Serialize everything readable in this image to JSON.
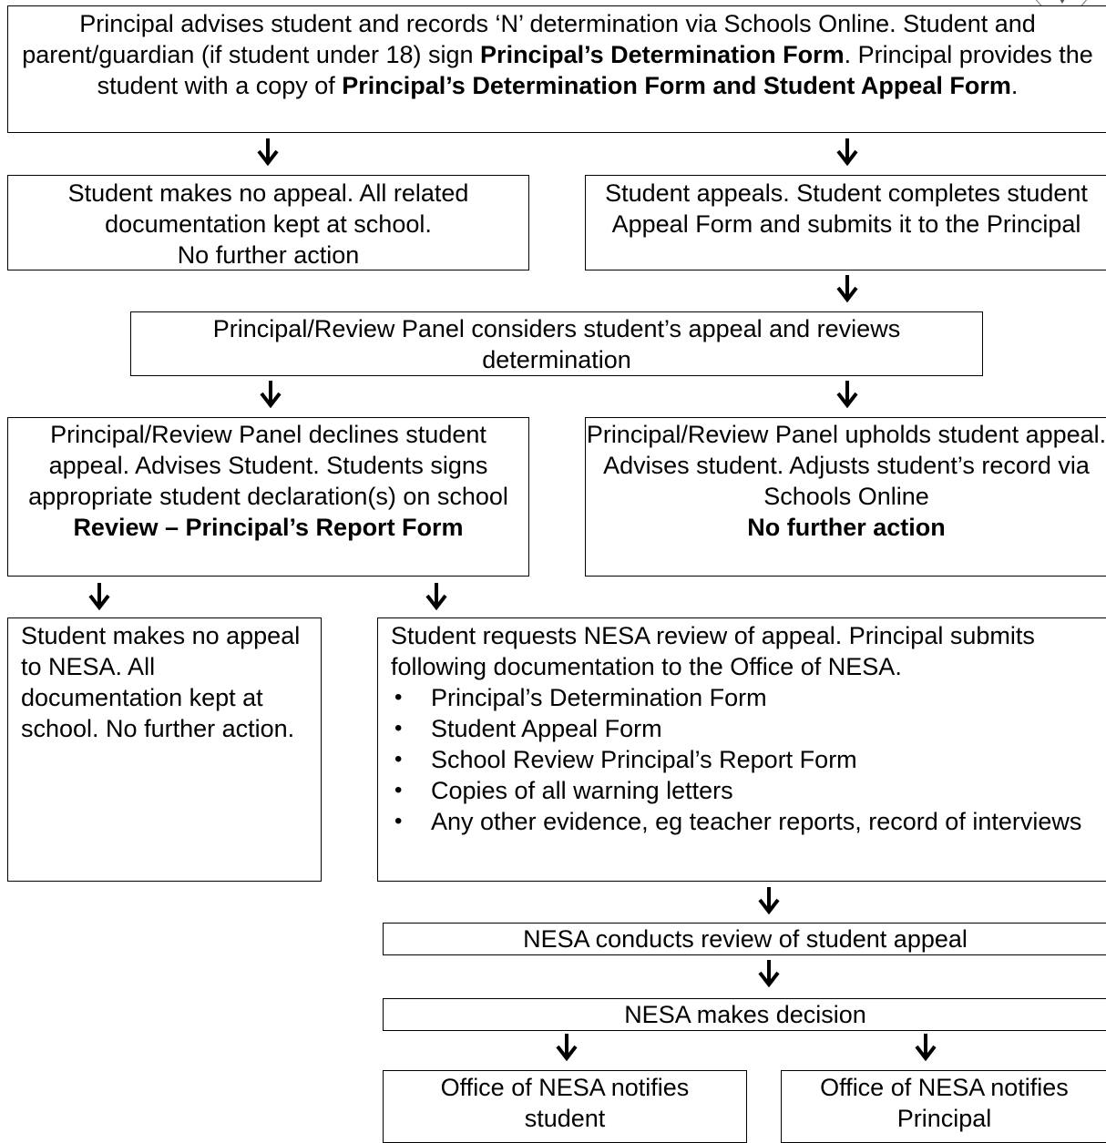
{
  "flow": {
    "step1": {
      "t1": "Principal advises student and records ‘N’ determination via Schools Online. Student and parent/guardian (if student under 18) sign ",
      "b1": "Principal’s Determination Form",
      "t2": ". Principal provides the student with a copy of ",
      "b2": "Principal’s Determination Form and Student Appeal Form",
      "t3": "."
    },
    "no_appeal": {
      "line1": "Student makes no appeal. All related documentation kept at school.",
      "line2": "No further action"
    },
    "appeal": {
      "text": "Student appeals. Student completes student Appeal Form and submits it to the Principal"
    },
    "review_panel": {
      "text": "Principal/Review Panel considers student’s appeal and reviews determination"
    },
    "declines": {
      "text": "Principal/Review Panel declines student appeal. Advises Student. Students signs appropriate student declaration(s) on school ",
      "bold": "Review – Principal’s Report Form"
    },
    "upholds": {
      "text": "Principal/Review Panel upholds student appeal. Advises student. Adjusts student’s record via Schools Online",
      "bold": "No further action"
    },
    "no_nesa_appeal": {
      "text": "Student makes no appeal to NESA. All documentation kept at school. No further action."
    },
    "nesa_request": {
      "text": "Student requests NESA review of appeal. Principal submits following documentation to the Office of NESA.",
      "items": [
        "Principal’s Determination Form",
        "Student Appeal Form",
        "School Review Principal’s Report Form",
        "Copies of all warning letters",
        "Any other evidence, eg teacher reports, record of interviews"
      ]
    },
    "nesa_review": {
      "text": "NESA conducts review of student appeal"
    },
    "nesa_decision": {
      "text": "NESA makes decision"
    },
    "notify_student": {
      "text": "Office of NESA notifies student"
    },
    "notify_principal": {
      "text": "Office of NESA notifies Principal"
    }
  }
}
